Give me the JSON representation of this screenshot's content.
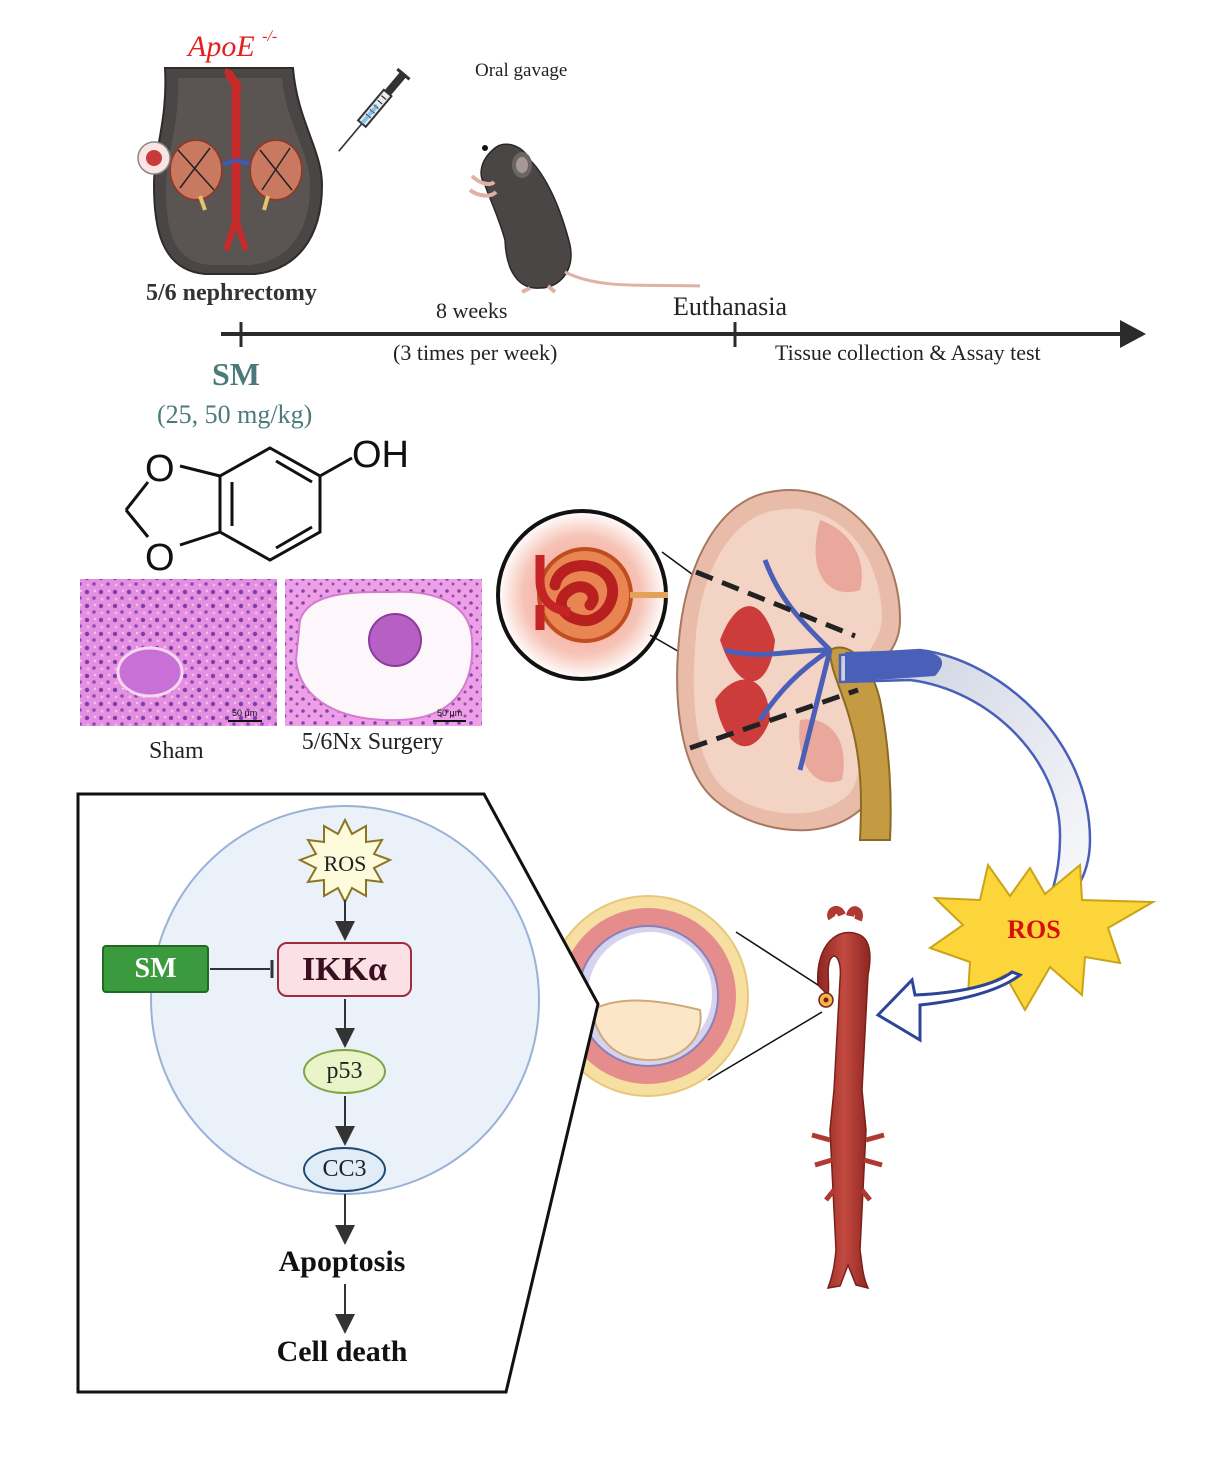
{
  "title": {
    "strain": "ApoE",
    "strain_sup": "-/-",
    "surgery": "5/6 nephrectomy"
  },
  "timeline": {
    "gavage": "Oral gavage",
    "duration": "8 weeks",
    "frequency": "(3 times per week)",
    "endpoint": "Euthanasia",
    "after": "Tissue collection & Assay test"
  },
  "compound": {
    "name": "SM",
    "dose": "(25, 50 mg/kg)",
    "atom_o1": "O",
    "atom_o2": "O",
    "group_oh": "OH"
  },
  "histology": {
    "sham_label": "Sham",
    "surgery_label": "5/6Nx Surgery",
    "scale_bar": "50 μm"
  },
  "pathway": {
    "ros": "ROS",
    "inhibitor": "SM",
    "target": "IKKα",
    "step2": "p53",
    "step3": "CC3",
    "outcome1": "Apoptosis",
    "outcome2": "Cell death"
  },
  "systemic_ros": "ROS",
  "colors": {
    "accent_teal": "#4b7a7a",
    "apoe_red": "#e21e1e",
    "sm_green": "#3a9a3d",
    "ros_yellow": "#fbd53a",
    "cell_fill": "#eaf1f9",
    "aorta_red": "#b03a33",
    "vein_blue": "#4a5fb8"
  }
}
